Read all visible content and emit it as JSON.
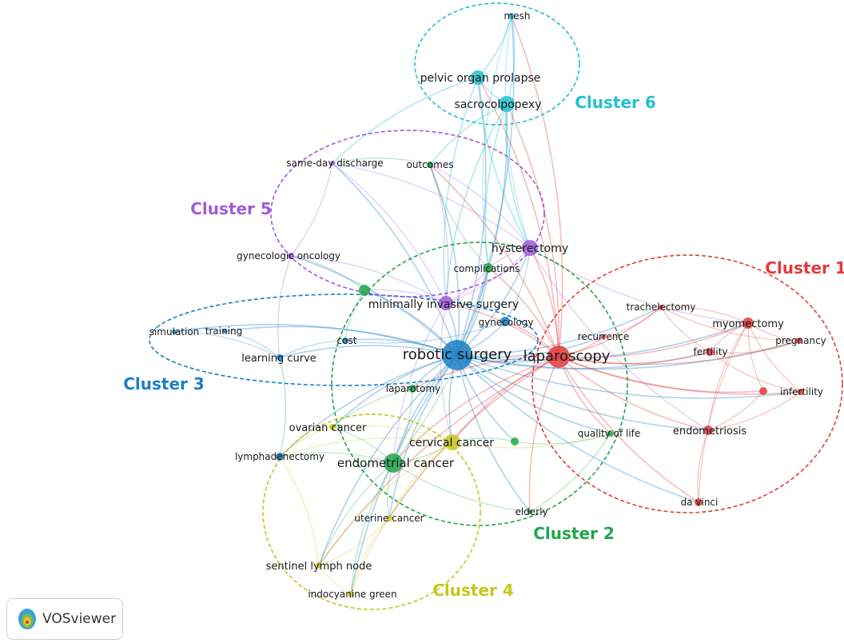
{
  "app": {
    "brand": "VOSviewer"
  },
  "colors": {
    "c1": "#e23b3b",
    "c2": "#1fa54a",
    "c3": "#1a7fc4",
    "c4": "#c6c61c",
    "c5": "#a05ad8",
    "c6": "#22c0cf",
    "grey": "#999999"
  },
  "clusters": [
    {
      "id": "c1",
      "label": "Cluster 1"
    },
    {
      "id": "c2",
      "label": "Cluster 2"
    },
    {
      "id": "c3",
      "label": "Cluster 3"
    },
    {
      "id": "c4",
      "label": "Cluster 4"
    },
    {
      "id": "c5",
      "label": "Cluster 5"
    },
    {
      "id": "c6",
      "label": "Cluster 6"
    }
  ],
  "nodes": [
    {
      "id": "robotic",
      "label": "robotic surgery",
      "cluster": "c3"
    },
    {
      "id": "laparoscopy",
      "label": "laparoscopy",
      "cluster": "c1"
    },
    {
      "id": "mis",
      "label": "minimally invasive surgery",
      "cluster": "c5"
    },
    {
      "id": "hysterectomy",
      "label": "hysterectomy",
      "cluster": "c5"
    },
    {
      "id": "complications",
      "label": "complications",
      "cluster": "c2"
    },
    {
      "id": "gynecology",
      "label": "gynecology",
      "cluster": "c3"
    },
    {
      "id": "cost",
      "label": "cost",
      "cluster": "c3"
    },
    {
      "id": "learning",
      "label": "learning curve",
      "cluster": "c3"
    },
    {
      "id": "training",
      "label": "training",
      "cluster": "c3"
    },
    {
      "id": "simulation",
      "label": "simulation",
      "cluster": "c3"
    },
    {
      "id": "gynonc",
      "label": "gynecologic oncology",
      "cluster": "c5"
    },
    {
      "id": "sameday",
      "label": "same-day discharge",
      "cluster": "c5"
    },
    {
      "id": "outcomes",
      "label": "outcomes",
      "cluster": "c2"
    },
    {
      "id": "pop",
      "label": "pelvic organ prolapse",
      "cluster": "c6"
    },
    {
      "id": "sacro",
      "label": "sacrocolpopexy",
      "cluster": "c6"
    },
    {
      "id": "mesh",
      "label": "mesh",
      "cluster": "c6"
    },
    {
      "id": "laparotomy",
      "label": "laparotomy",
      "cluster": "c2"
    },
    {
      "id": "ovarian",
      "label": "ovarian cancer",
      "cluster": "c4"
    },
    {
      "id": "cervical",
      "label": "cervical cancer",
      "cluster": "c4"
    },
    {
      "id": "endometrial",
      "label": "endometrial cancer",
      "cluster": "c2"
    },
    {
      "id": "lymph",
      "label": "lymphadenectomy",
      "cluster": "c3"
    },
    {
      "id": "uterine",
      "label": "uterine cancer",
      "cluster": "c4"
    },
    {
      "id": "sentinel",
      "label": "sentinel lymph node",
      "cluster": "c4"
    },
    {
      "id": "icg",
      "label": "indocyanine green",
      "cluster": "c4"
    },
    {
      "id": "elderly",
      "label": "elderly",
      "cluster": "c2"
    },
    {
      "id": "qol",
      "label": "quality of life",
      "cluster": "c2"
    },
    {
      "id": "recurrence",
      "label": "recurrence",
      "cluster": "c1"
    },
    {
      "id": "trachel",
      "label": "trachelectomy",
      "cluster": "c1"
    },
    {
      "id": "myomectomy",
      "label": "myomectomy",
      "cluster": "c1"
    },
    {
      "id": "fertility",
      "label": "fertility",
      "cluster": "c1"
    },
    {
      "id": "pregnancy",
      "label": "pregnancy",
      "cluster": "c1"
    },
    {
      "id": "infertility",
      "label": "infertility",
      "cluster": "c1"
    },
    {
      "id": "endometriosis",
      "label": "endometriosis",
      "cluster": "c1"
    },
    {
      "id": "davinci",
      "label": "da vinci",
      "cluster": "c1"
    },
    {
      "id": "mis_green",
      "label": "",
      "cluster": "c2"
    },
    {
      "id": "green_mid",
      "label": "",
      "cluster": "c2"
    },
    {
      "id": "red_small",
      "label": "",
      "cluster": "c1"
    }
  ],
  "edges": [
    [
      "robotic",
      "laparoscopy"
    ],
    [
      "robotic",
      "mis"
    ],
    [
      "robotic",
      "hysterectomy"
    ],
    [
      "robotic",
      "complications"
    ],
    [
      "robotic",
      "gynecology"
    ],
    [
      "robotic",
      "cost"
    ],
    [
      "robotic",
      "learning"
    ],
    [
      "robotic",
      "training"
    ],
    [
      "robotic",
      "simulation"
    ],
    [
      "robotic",
      "gynonc"
    ],
    [
      "robotic",
      "sameday"
    ],
    [
      "robotic",
      "outcomes"
    ],
    [
      "robotic",
      "pop"
    ],
    [
      "robotic",
      "sacro"
    ],
    [
      "robotic",
      "mesh"
    ],
    [
      "robotic",
      "laparotomy"
    ],
    [
      "robotic",
      "ovarian"
    ],
    [
      "robotic",
      "cervical"
    ],
    [
      "robotic",
      "endometrial"
    ],
    [
      "robotic",
      "lymph"
    ],
    [
      "robotic",
      "uterine"
    ],
    [
      "robotic",
      "sentinel"
    ],
    [
      "robotic",
      "icg"
    ],
    [
      "robotic",
      "elderly"
    ],
    [
      "robotic",
      "qol"
    ],
    [
      "robotic",
      "recurrence"
    ],
    [
      "robotic",
      "trachel"
    ],
    [
      "robotic",
      "myomectomy"
    ],
    [
      "robotic",
      "fertility"
    ],
    [
      "robotic",
      "endometriosis"
    ],
    [
      "robotic",
      "davinci"
    ],
    [
      "robotic",
      "mis_green"
    ],
    [
      "robotic",
      "green_mid"
    ],
    [
      "robotic",
      "infertility"
    ],
    [
      "robotic",
      "pregnancy"
    ],
    [
      "laparoscopy",
      "hysterectomy"
    ],
    [
      "laparoscopy",
      "mis"
    ],
    [
      "laparoscopy",
      "complications"
    ],
    [
      "laparoscopy",
      "myomectomy"
    ],
    [
      "laparoscopy",
      "fertility"
    ],
    [
      "laparoscopy",
      "endometriosis"
    ],
    [
      "laparoscopy",
      "trachel"
    ],
    [
      "laparoscopy",
      "recurrence"
    ],
    [
      "laparoscopy",
      "davinci"
    ],
    [
      "laparoscopy",
      "infertility"
    ],
    [
      "laparoscopy",
      "pregnancy"
    ],
    [
      "laparoscopy",
      "red_small"
    ],
    [
      "laparoscopy",
      "cervical"
    ],
    [
      "laparoscopy",
      "endometrial"
    ],
    [
      "laparoscopy",
      "qol"
    ],
    [
      "laparoscopy",
      "sacro"
    ],
    [
      "laparoscopy",
      "pop"
    ],
    [
      "laparoscopy",
      "mesh"
    ],
    [
      "laparoscopy",
      "elderly"
    ],
    [
      "laparoscopy",
      "laparotomy"
    ],
    [
      "laparoscopy",
      "outcomes"
    ],
    [
      "laparoscopy",
      "gynecology"
    ],
    [
      "laparoscopy",
      "uterine"
    ],
    [
      "laparoscopy",
      "sentinel"
    ],
    [
      "myomectomy",
      "fertility"
    ],
    [
      "myomectomy",
      "pregnancy"
    ],
    [
      "myomectomy",
      "infertility"
    ],
    [
      "myomectomy",
      "endometriosis"
    ],
    [
      "myomectomy",
      "trachel"
    ],
    [
      "myomectomy",
      "red_small"
    ],
    [
      "myomectomy",
      "davinci"
    ],
    [
      "fertility",
      "pregnancy"
    ],
    [
      "fertility",
      "infertility"
    ],
    [
      "endometriosis",
      "infertility"
    ],
    [
      "endometriosis",
      "davinci"
    ],
    [
      "endometriosis",
      "red_small"
    ],
    [
      "trachel",
      "fertility"
    ],
    [
      "trachel",
      "pregnancy"
    ],
    [
      "recurrence",
      "trachel"
    ],
    [
      "pop",
      "sacro"
    ],
    [
      "pop",
      "mesh"
    ],
    [
      "sacro",
      "mesh"
    ],
    [
      "sacro",
      "hysterectomy"
    ],
    [
      "pop",
      "hysterectomy"
    ],
    [
      "mesh",
      "hysterectomy"
    ],
    [
      "sacro",
      "mis"
    ],
    [
      "pop",
      "mis"
    ],
    [
      "mesh",
      "complications"
    ],
    [
      "sacro",
      "complications"
    ],
    [
      "sacro",
      "outcomes"
    ],
    [
      "pop",
      "sameday"
    ],
    [
      "mis",
      "hysterectomy"
    ],
    [
      "mis",
      "complications"
    ],
    [
      "mis",
      "gynonc"
    ],
    [
      "mis",
      "sameday"
    ],
    [
      "mis",
      "outcomes"
    ],
    [
      "mis",
      "endometrial"
    ],
    [
      "mis",
      "cervical"
    ],
    [
      "mis",
      "mis_green"
    ],
    [
      "hysterectomy",
      "complications"
    ],
    [
      "hysterectomy",
      "sameday"
    ],
    [
      "hysterectomy",
      "outcomes"
    ],
    [
      "hysterectomy",
      "endometriosis"
    ],
    [
      "hysterectomy",
      "myomectomy"
    ],
    [
      "endometrial",
      "cervical"
    ],
    [
      "endometrial",
      "ovarian"
    ],
    [
      "endometrial",
      "uterine"
    ],
    [
      "endometrial",
      "sentinel"
    ],
    [
      "endometrial",
      "icg"
    ],
    [
      "endometrial",
      "lymph"
    ],
    [
      "endometrial",
      "laparotomy"
    ],
    [
      "endometrial",
      "elderly"
    ],
    [
      "endometrial",
      "complications"
    ],
    [
      "cervical",
      "sentinel"
    ],
    [
      "cervical",
      "icg"
    ],
    [
      "cervical",
      "ovarian"
    ],
    [
      "cervical",
      "lymph"
    ],
    [
      "cervical",
      "uterine"
    ],
    [
      "cervical",
      "qol"
    ],
    [
      "sentinel",
      "icg"
    ],
    [
      "sentinel",
      "uterine"
    ],
    [
      "sentinel",
      "lymph"
    ],
    [
      "uterine",
      "icg"
    ],
    [
      "ovarian",
      "lymph"
    ],
    [
      "laparotomy",
      "ovarian"
    ],
    [
      "learning",
      "training"
    ],
    [
      "learning",
      "simulation"
    ],
    [
      "training",
      "simulation"
    ],
    [
      "cost",
      "learning"
    ],
    [
      "cost",
      "gynecology"
    ],
    [
      "gynonc",
      "sameday"
    ],
    [
      "gynonc",
      "learning"
    ],
    [
      "outcomes",
      "sameday"
    ],
    [
      "outcomes",
      "complications"
    ],
    [
      "elderly",
      "qol"
    ],
    [
      "green_mid",
      "qol"
    ],
    [
      "green_mid",
      "cervical"
    ],
    [
      "gynecology",
      "hysterectomy"
    ],
    [
      "mis_green",
      "cost"
    ],
    [
      "lymph",
      "learning"
    ],
    [
      "mis_green",
      "gynonc"
    ]
  ]
}
